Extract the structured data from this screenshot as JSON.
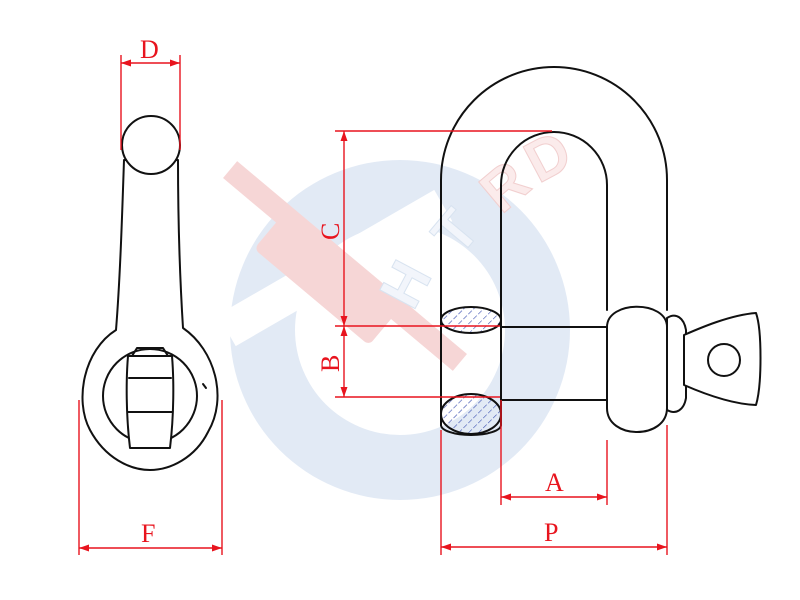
{
  "dimensions": {
    "d": "D",
    "c": "C",
    "b": "B",
    "f": "F",
    "a": "A",
    "p": "P"
  },
  "watermark": {
    "text": "HTRD",
    "letters": [
      "H",
      "T",
      "R",
      "D"
    ]
  },
  "colors": {
    "dimension": "#e8141e",
    "outline": "#111111",
    "watermark_blue": "#c9d8ec",
    "watermark_red": "#f3c6c6",
    "hatch": "#3a4fb0"
  }
}
